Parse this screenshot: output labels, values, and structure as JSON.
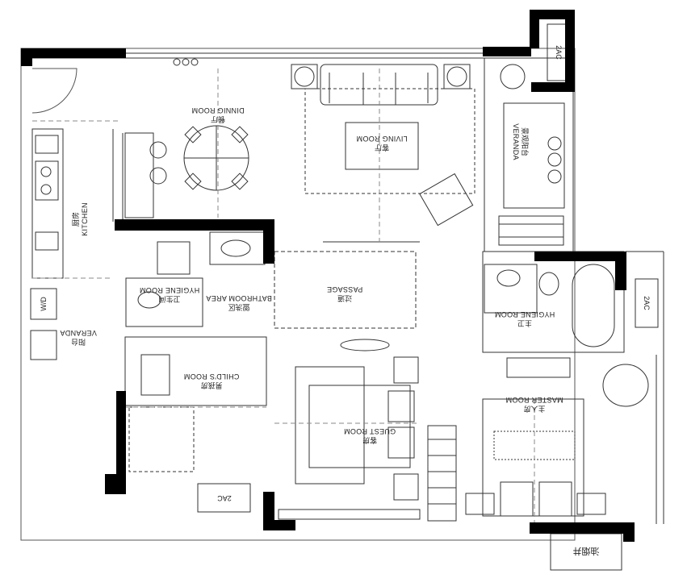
{
  "rooms": {
    "dining": {
      "cn": "餐厅",
      "en": "DINNIG ROOM"
    },
    "living": {
      "cn": "客厅",
      "en": "LIVING ROOM"
    },
    "veranda_east": {
      "cn": "景观阳台",
      "en": "VERANDA"
    },
    "kitchen": {
      "cn": "厨房",
      "en": "KITCHEN"
    },
    "hygiene_small": {
      "cn": "卫生间",
      "en": "HYGIENE ROOM"
    },
    "bathroom_area": {
      "cn": "盥洗区",
      "en": "BATHROOM AREA"
    },
    "passage": {
      "cn": "过道",
      "en": "PASSAGE"
    },
    "hygiene_master": {
      "cn": "主卫",
      "en": "HYGIENE ROOM"
    },
    "veranda_west": {
      "cn": "阳台",
      "en": "VERANDA"
    },
    "childs": {
      "cn": "男孩房",
      "en": "CHILD'S ROOM"
    },
    "guest": {
      "cn": "客房",
      "en": "GUEST ROOM"
    },
    "master": {
      "cn": "主人房",
      "en": "MASTER ROOM"
    }
  },
  "tags": {
    "wd": "W/D",
    "ac_top": "2AC",
    "ac_right": "2AC",
    "ac_bottom": "2AC",
    "oil_stack": "油烟井"
  },
  "colors": {
    "wall": "#000000",
    "line": "#333333",
    "dash": "#777777"
  }
}
